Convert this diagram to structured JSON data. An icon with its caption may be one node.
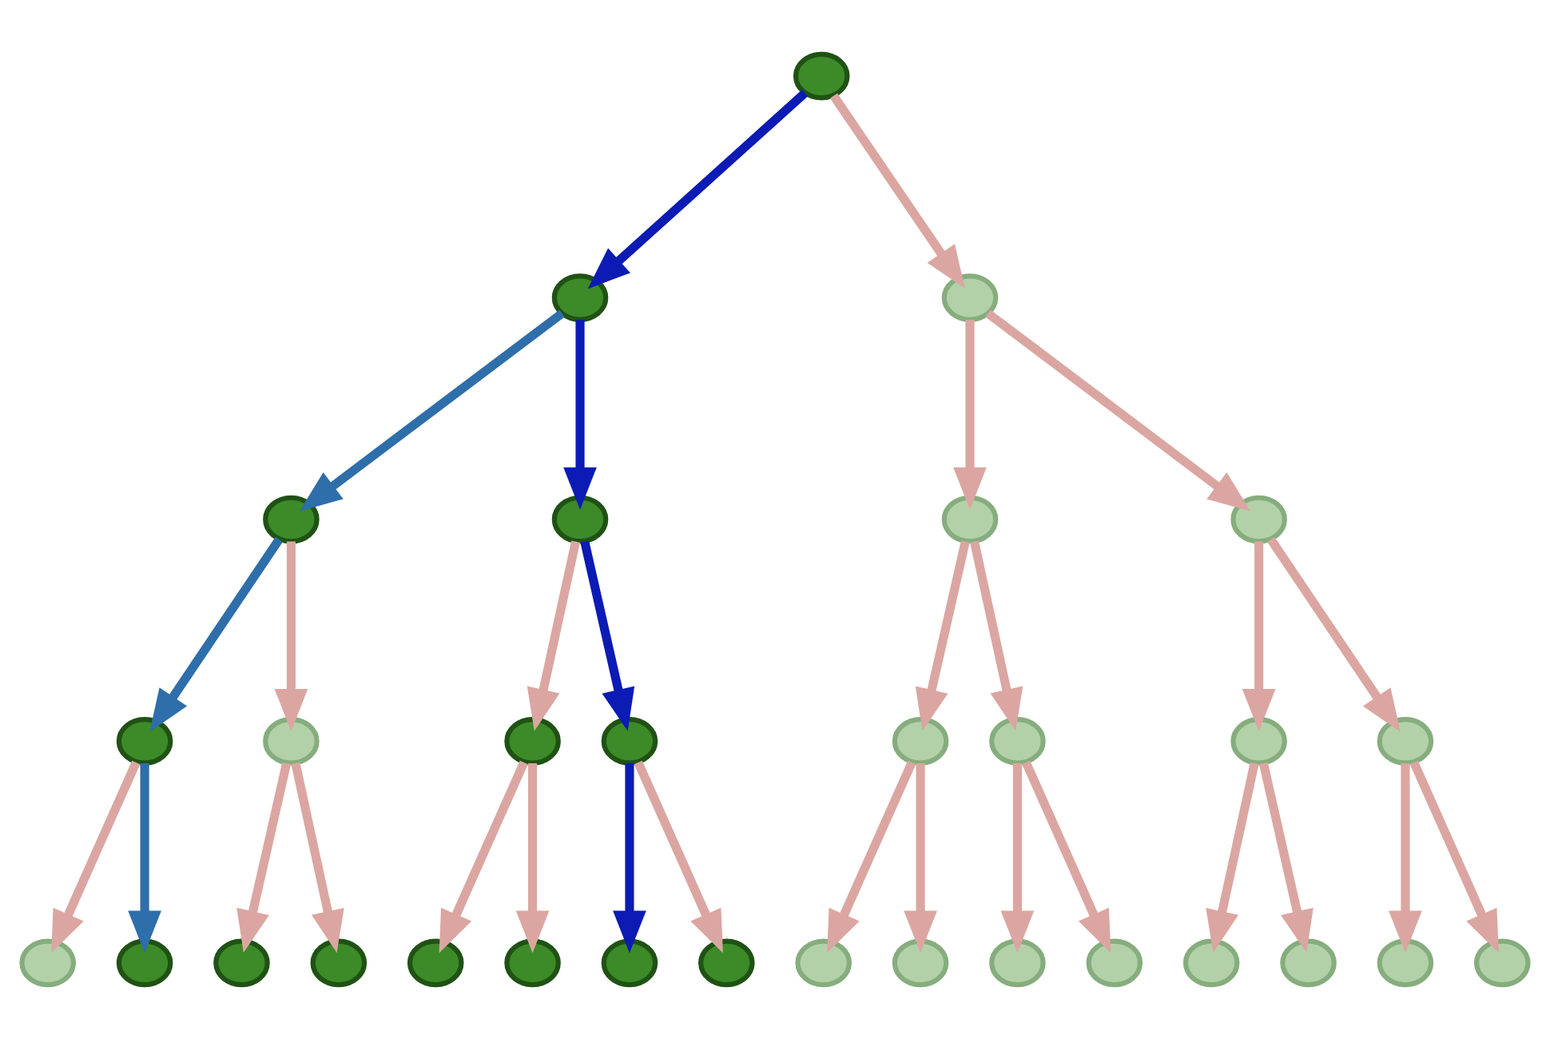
{
  "diagram": {
    "nodes": [
      {
        "text": [],
        "shape": "ellipse"
      },
      {
        "text": [],
        "shape": "ellipse"
      },
      {
        "text": [],
        "shape": "ellipse"
      },
      {
        "text": [],
        "shape": "ellipse"
      },
      {
        "text": [],
        "shape": "ellipse"
      },
      {
        "text": [],
        "shape": "ellipse"
      },
      {
        "text": [],
        "shape": "ellipse"
      },
      {
        "text": [],
        "shape": "ellipse"
      },
      {
        "text": [],
        "shape": "ellipse"
      },
      {
        "text": [],
        "shape": "ellipse"
      },
      {
        "text": [],
        "shape": "ellipse"
      },
      {
        "text": [],
        "shape": "ellipse"
      },
      {
        "text": [],
        "shape": "ellipse"
      },
      {
        "text": [],
        "shape": "ellipse"
      },
      {
        "text": [],
        "shape": "ellipse"
      },
      {
        "text": [],
        "shape": "ellipse"
      },
      {
        "text": [],
        "shape": "ellipse"
      },
      {
        "text": [],
        "shape": "ellipse"
      },
      {
        "text": [],
        "shape": "ellipse"
      },
      {
        "text": [],
        "shape": "ellipse"
      },
      {
        "text": [],
        "shape": "ellipse"
      },
      {
        "text": [],
        "shape": "ellipse"
      },
      {
        "text": [],
        "shape": "ellipse"
      },
      {
        "text": [],
        "shape": "ellipse"
      },
      {
        "text": [],
        "shape": "ellipse"
      },
      {
        "text": [],
        "shape": "ellipse"
      },
      {
        "text": [],
        "shape": "ellipse"
      },
      {
        "text": [],
        "shape": "ellipse"
      },
      {
        "text": [],
        "shape": "ellipse"
      },
      {
        "text": [],
        "shape": "ellipse"
      },
      {
        "text": [],
        "shape": "ellipse"
      }
    ],
    "edges": [
      {
        "from": 0,
        "to": 1,
        "arrow": "to",
        "color": "#0b1bb4"
      },
      {
        "from": 0,
        "to": 2,
        "arrow": "to"
      },
      {
        "from": 1,
        "to": 3,
        "arrow": "to",
        "color": "#2e6eaa"
      },
      {
        "from": 1,
        "to": 4,
        "arrow": "to",
        "color": "#0b1bb4"
      },
      {
        "from": 2,
        "to": 5,
        "arrow": "to"
      },
      {
        "from": 2,
        "to": 6,
        "arrow": "to"
      },
      {
        "from": 3,
        "to": 7,
        "arrow": "to",
        "color": "#2e6eaa"
      },
      {
        "from": 3,
        "to": 8,
        "arrow": "to"
      },
      {
        "from": 4,
        "to": 9,
        "arrow": "to"
      },
      {
        "from": 4,
        "to": 10,
        "arrow": "to",
        "color": "#0b1bb4"
      },
      {
        "from": 5,
        "to": 11,
        "arrow": "to"
      },
      {
        "from": 5,
        "to": 12,
        "arrow": "to"
      },
      {
        "from": 6,
        "to": 13,
        "arrow": "to"
      },
      {
        "from": 6,
        "to": 14,
        "arrow": "to"
      },
      {
        "from": 7,
        "to": 15,
        "arrow": "to"
      },
      {
        "from": 7,
        "to": 16,
        "arrow": "to",
        "color": "#2e6eaa"
      },
      {
        "from": 8,
        "to": 17,
        "arrow": "to"
      },
      {
        "from": 8,
        "to": 18,
        "arrow": "to"
      },
      {
        "from": 9,
        "to": 19,
        "arrow": "to"
      },
      {
        "from": 9,
        "to": 20,
        "arrow": "to"
      },
      {
        "from": 10,
        "to": 21,
        "arrow": "to",
        "color": "#0b1bb4"
      },
      {
        "from": 10,
        "to": 22,
        "arrow": "to"
      },
      {
        "from": 11,
        "to": 23,
        "arrow": "to"
      },
      {
        "from": 11,
        "to": 24,
        "arrow": "to"
      },
      {
        "from": 12,
        "to": 25,
        "arrow": "to"
      },
      {
        "from": 12,
        "to": 26,
        "arrow": "to"
      },
      {
        "from": 13,
        "to": 27,
        "arrow": "to"
      },
      {
        "from": 13,
        "to": 28,
        "arrow": "to"
      },
      {
        "from": 14,
        "to": 29,
        "arrow": "to"
      },
      {
        "from": 14,
        "to": 30,
        "arrow": "to"
      }
    ]
  }
}
